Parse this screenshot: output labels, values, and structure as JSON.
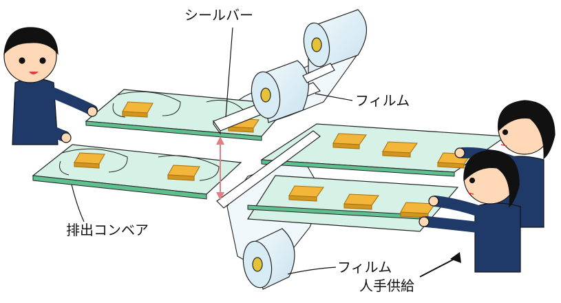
{
  "labels": {
    "seal_bar": "シールバー",
    "film_upper": "フィルム",
    "film_lower": "フィルム",
    "discharge_conveyor": "排出コンベア",
    "manual_feed": "人手供給"
  },
  "colors": {
    "conveyor_fill": "#d6f2e6",
    "conveyor_edge": "#5fbf8f",
    "product": "#f4b63a",
    "product_edge": "#a67410",
    "film": "#e6f2f8",
    "roll_face": "#d7ecf4",
    "roll_core": "#e4c23a",
    "worker_shirt": "#1f3a68",
    "skin": "#ffd8b8",
    "hair": "#111111",
    "arrow_red": "#e07f84"
  },
  "icons": [
    "worker-icon",
    "film-roll-icon",
    "seal-bar-icon",
    "product-box-icon",
    "conveyor-icon"
  ]
}
